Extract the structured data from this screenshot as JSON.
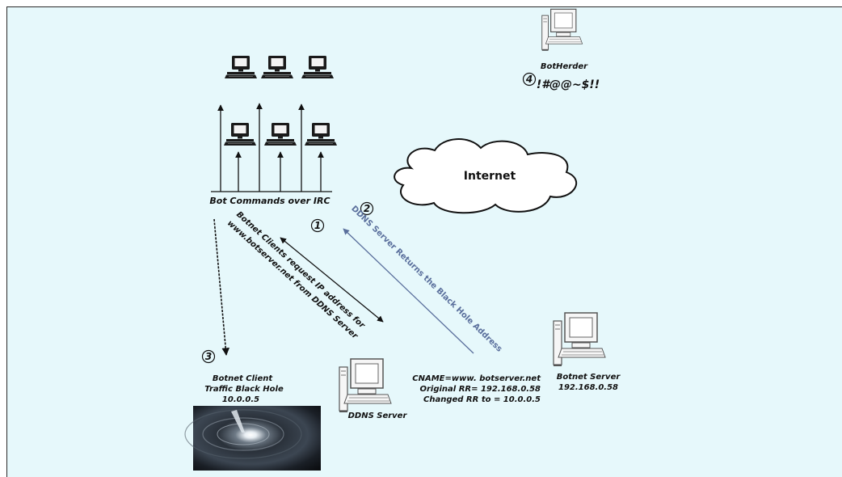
{
  "colors": {
    "background": "#e6f8fb",
    "outline": "#111111",
    "dns_return_arrow": "#5a6f9c",
    "cloud_fill": "#ffffff"
  },
  "icons": {
    "bot_computer": "desktop-computer-icon",
    "server": "tower-computer-icon",
    "botherder": "tower-computer-icon",
    "cloud": "cloud-shape",
    "black_hole": "black-hole-image"
  },
  "labels": {
    "bot_commands": "Bot Commands over IRC",
    "internet": "Internet",
    "botherder": "BotHerder",
    "botherder_cmd": "!#@@~$!!",
    "client_request_line1": "Botnet Clients request IP address for",
    "client_request_line2": "www.botserver.net from DDNS Server",
    "dns_return": "DDNS Server Returns the Black Hole Address",
    "black_hole_line1": "Botnet Client",
    "black_hole_line2": "Traffic Black Hole",
    "black_hole_line3": "10.0.0.5",
    "ddns_server": "DDNS Server",
    "cname_line1": "CNAME=www. botserver.net",
    "cname_line2": "Original RR= 192.168.0.58",
    "cname_line3": "Changed RR to = 10.0.0.5",
    "botnet_server_line1": "Botnet Server",
    "botnet_server_line2": "192.168.0.58"
  },
  "steps": [
    "1",
    "2",
    "3",
    "4"
  ]
}
